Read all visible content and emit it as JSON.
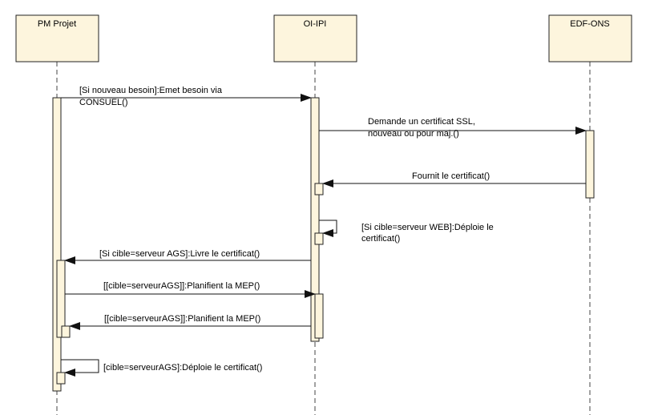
{
  "participants": [
    {
      "name": "PM Projet"
    },
    {
      "name": "OI-IPI"
    },
    {
      "name": "EDF-ONS"
    }
  ],
  "messages": [
    {
      "lines": [
        "[Si nouveau besoin]:Emet besoin via",
        "CONSUEL()"
      ]
    },
    {
      "lines": [
        "Demande un certificat SSL,",
        "nouveau ou pour maj.()"
      ]
    },
    {
      "lines": [
        "Fournit le certificat()"
      ]
    },
    {
      "lines": [
        "[Si cible=serveur WEB]:Déploie le",
        "certificat()"
      ]
    },
    {
      "lines": [
        "[Si cible=serveur AGS]:Livre le certificat()"
      ]
    },
    {
      "lines": [
        "[[cible=serveurAGS]]:Planifient la MEP()"
      ]
    },
    {
      "lines": [
        "[[cible=serveurAGS]]:Planifient la MEP()"
      ]
    },
    {
      "lines": [
        "[cible=serveurAGS]:Déploie le certificat()"
      ]
    }
  ],
  "colors": {
    "header_fill": "#FDF5DD",
    "activation_fill": "#FDF5DD",
    "stroke": "#222222",
    "lifeline": "#444444"
  }
}
